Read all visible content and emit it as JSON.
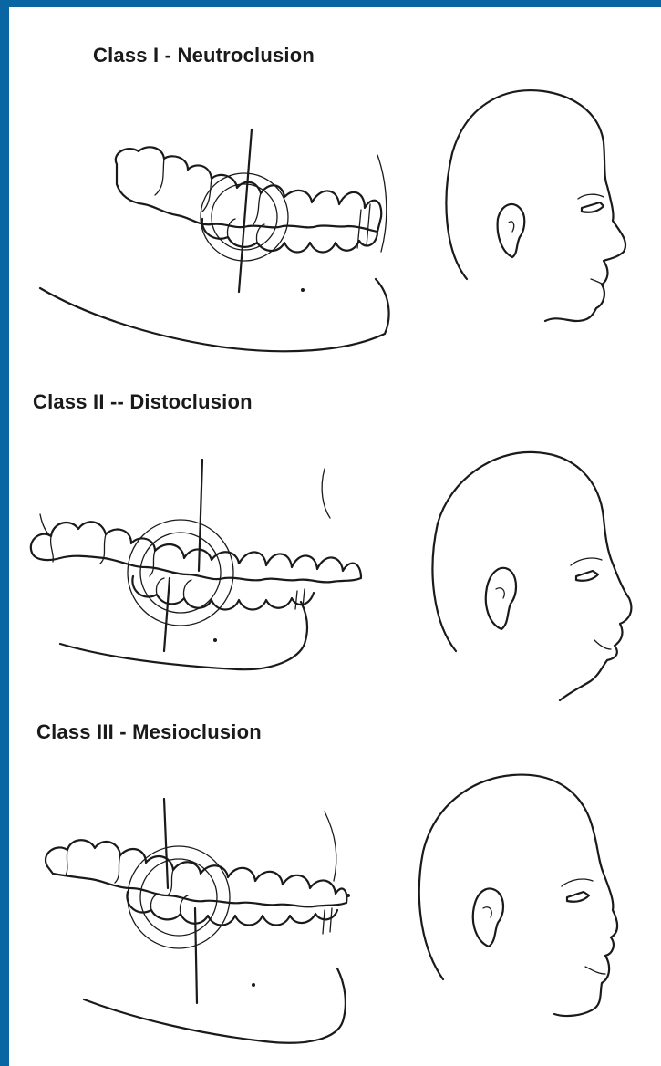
{
  "colors": {
    "frame": "#0a66a3",
    "paper": "#ffffff",
    "ink": "#1a1a1a"
  },
  "panels": [
    {
      "title": "Class I - Neutroclusion"
    },
    {
      "title": "Class II -- Distoclusion"
    },
    {
      "title": "Class III - Mesioclusion"
    }
  ]
}
